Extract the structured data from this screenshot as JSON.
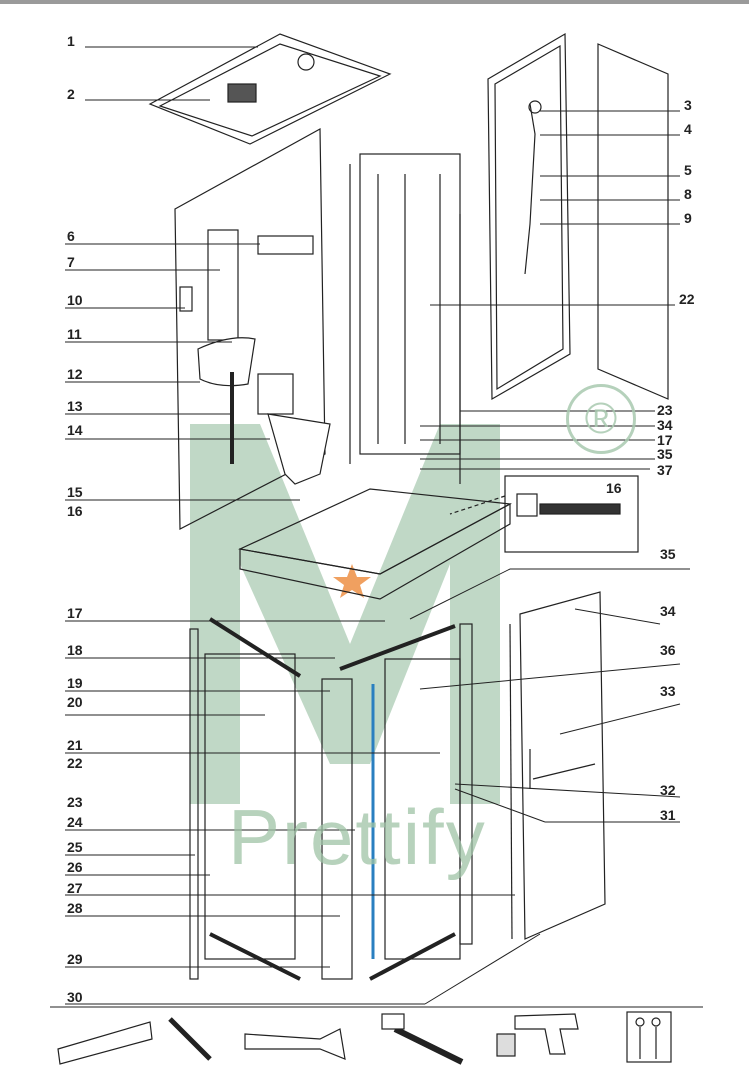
{
  "watermark": {
    "brand": "Prettify",
    "registered_mark": "®",
    "color": "#9fc3a6"
  },
  "callouts_top_left": [
    "1",
    "2",
    "6",
    "7",
    "10",
    "11",
    "12",
    "13",
    "14",
    "15",
    "16"
  ],
  "callouts_top_right": [
    "3",
    "4",
    "5",
    "8",
    "9",
    "22",
    "23",
    "34",
    "17",
    "35",
    "37"
  ],
  "drain_inset": {
    "label": "16"
  },
  "callout_mid": "35",
  "callouts_bottom_left": [
    "17",
    "18",
    "19",
    "20",
    "21",
    "22",
    "23",
    "24",
    "25",
    "26",
    "27",
    "28",
    "29",
    "30"
  ],
  "callouts_bottom_right": [
    "34",
    "36",
    "33",
    "32",
    "31"
  ],
  "tools": [
    "spirit-level",
    "screwdriver",
    "adjustable-wrench",
    "hammer",
    "drill-and-tape-measure",
    "two-person-install"
  ]
}
